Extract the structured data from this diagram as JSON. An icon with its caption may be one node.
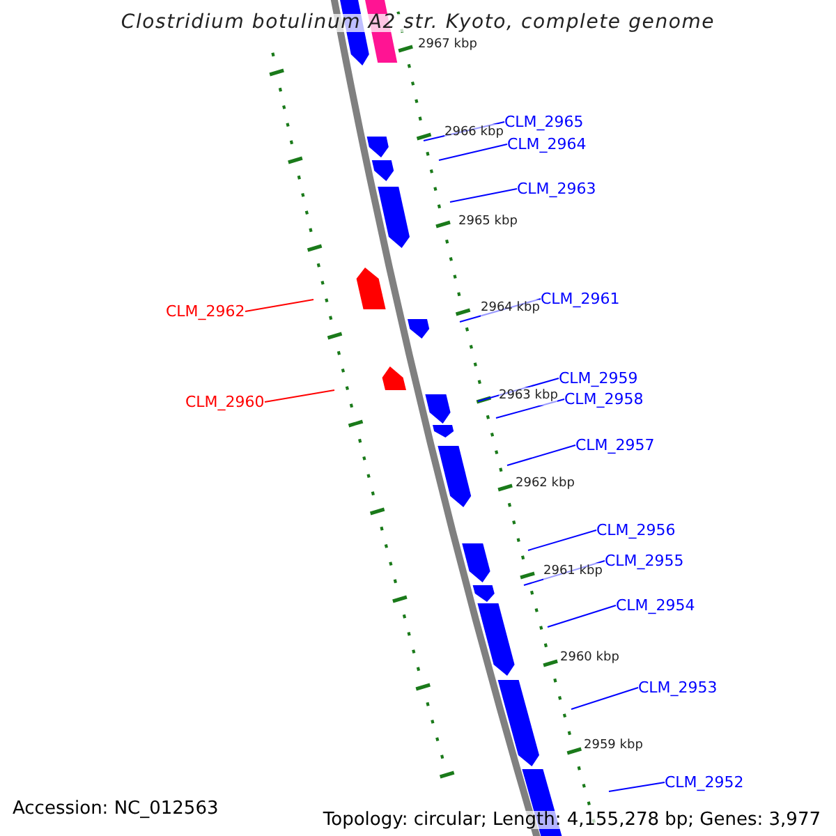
{
  "diagram": {
    "title": "Clostridium botulinum A2 str. Kyoto, complete genome",
    "nodes": [
      {
        "text": [
          "CLM_2965"
        ]
      },
      {
        "text": [
          "CLM_2964"
        ]
      },
      {
        "text": [
          "CLM_2963"
        ]
      },
      {
        "text": [
          "CLM_2962"
        ]
      },
      {
        "text": [
          "CLM_2961"
        ]
      },
      {
        "text": [
          "CLM_2960"
        ]
      },
      {
        "text": [
          "CLM_2959"
        ]
      },
      {
        "text": [
          "CLM_2958"
        ]
      },
      {
        "text": [
          "CLM_2957"
        ]
      },
      {
        "text": [
          "CLM_2956"
        ]
      },
      {
        "text": [
          "CLM_2955"
        ]
      },
      {
        "text": [
          "CLM_2954"
        ]
      },
      {
        "text": [
          "CLM_2953"
        ]
      },
      {
        "text": [
          "CLM_2952"
        ]
      }
    ],
    "edges": [
      {
        "from": 0,
        "to": null,
        "arrow": "none"
      },
      {
        "from": 1,
        "to": null,
        "arrow": "none"
      },
      {
        "from": 2,
        "to": null,
        "arrow": "none"
      },
      {
        "from": 3,
        "to": null,
        "arrow": "none",
        "color": "#ff0000"
      },
      {
        "from": 4,
        "to": null,
        "arrow": "none"
      },
      {
        "from": 5,
        "to": null,
        "arrow": "none",
        "color": "#ff0000"
      },
      {
        "from": 6,
        "to": null,
        "arrow": "none"
      },
      {
        "from": 7,
        "to": null,
        "arrow": "none"
      },
      {
        "from": 8,
        "to": null,
        "arrow": "none"
      },
      {
        "from": 9,
        "to": null,
        "arrow": "none"
      },
      {
        "from": 10,
        "to": null,
        "arrow": "none"
      },
      {
        "from": 11,
        "to": null,
        "arrow": "none"
      },
      {
        "from": 12,
        "to": null,
        "arrow": "none"
      },
      {
        "from": 13,
        "to": null,
        "arrow": "none"
      }
    ],
    "labels": [
      "2967 kbp",
      "2966 kbp",
      "2965 kbp",
      "2964 kbp",
      "2963 kbp",
      "2962 kbp",
      "2961 kbp",
      "2960 kbp",
      "2959 kbp",
      "Accession: NC_012563",
      "Topology: circular; Length: 4,155,278 bp; Genes: 3,977"
    ]
  }
}
